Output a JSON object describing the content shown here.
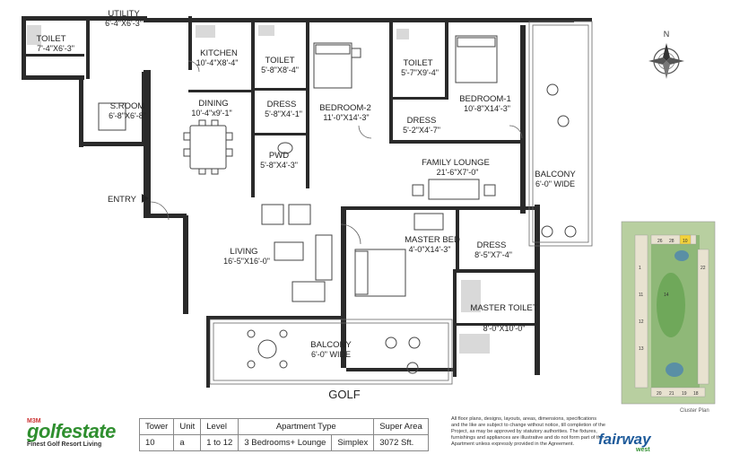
{
  "plan": {
    "rooms": [
      {
        "id": "toilet-1",
        "name": "TOILET",
        "dims": "7'-4\"X6'-3\""
      },
      {
        "id": "utility",
        "name": "UTILITY",
        "dims": "6'-4\"X6'-3\""
      },
      {
        "id": "kitchen",
        "name": "KITCHEN",
        "dims": "10'-4\"X8'-4\""
      },
      {
        "id": "toilet-2",
        "name": "TOILET",
        "dims": "5'-8\"X8'-4\""
      },
      {
        "id": "s-room",
        "name": "S.ROOM",
        "dims": "6'-8\"X6'-8\""
      },
      {
        "id": "dining",
        "name": "DINING",
        "dims": "10'-4\"x9'-1\""
      },
      {
        "id": "dress-1",
        "name": "DRESS",
        "dims": "5'-8\"X4'-1\""
      },
      {
        "id": "bedroom-2",
        "name": "BEDROOM-2",
        "dims": "11'-0\"X14'-3\""
      },
      {
        "id": "toilet-3",
        "name": "TOILET",
        "dims": "5'-7\"X9'-4\""
      },
      {
        "id": "bedroom-1",
        "name": "BEDROOM-1",
        "dims": "10'-8\"X14'-3\""
      },
      {
        "id": "dress-2",
        "name": "DRESS",
        "dims": "5'-2\"X4'-7\""
      },
      {
        "id": "pwd",
        "name": "PWD",
        "dims": "5'-8\"X4'-3\""
      },
      {
        "id": "family-lounge",
        "name": "FAMILY LOUNGE",
        "dims": "21'-6\"X7'-0\""
      },
      {
        "id": "balcony-1",
        "name": "BALCONY",
        "dims": "6'-0\" WIDE"
      },
      {
        "id": "living",
        "name": "LIVING",
        "dims": "16'-5\"X16'-0\""
      },
      {
        "id": "master-bed",
        "name": "MASTER BED",
        "dims": "4'-0\"X14'-3\""
      },
      {
        "id": "dress-3",
        "name": "DRESS",
        "dims": "8'-5\"X7'-4\""
      },
      {
        "id": "master-toilet",
        "name": "MASTER TOILET",
        "dims": "8'-0\"X10'-0\""
      },
      {
        "id": "balcony-2",
        "name": "BALCONY",
        "dims": "6'-0\" WIDE"
      }
    ],
    "entry_label": "ENTRY",
    "golf_label": "GOLF",
    "compass_label": "N",
    "cluster_plan_caption": "Cluster Plan",
    "cluster_numbers": [
      "26",
      "28",
      "10",
      "1",
      "11",
      "12",
      "13",
      "14",
      "20",
      "21",
      "19",
      "18",
      "22"
    ]
  },
  "brand": {
    "mm": "M3M",
    "name": "golfestate",
    "tagline": "Finest Golf Resort Living",
    "color": "#2f8f2f"
  },
  "info_table": {
    "headers": [
      "Tower",
      "Unit",
      "Level",
      "Apartment Type",
      "",
      "Super Area"
    ],
    "values": [
      "10",
      "a",
      "1 to 12",
      "3 Bedrooms+ Lounge",
      "Simplex",
      "3072 Sft."
    ]
  },
  "disclaimer": "All floor plans, designs, layouts, areas, dimensions, specifications and the like are subject to change without notice, till completion of the Project, as may be approved by statutory authorities. The fixtures, furnishings and appliances are illustrative and do not form part of the Apartment unless expressly provided in the Agreement.",
  "fairway": {
    "name": "fairway",
    "suffix": "west",
    "color": "#1d5a9a"
  }
}
